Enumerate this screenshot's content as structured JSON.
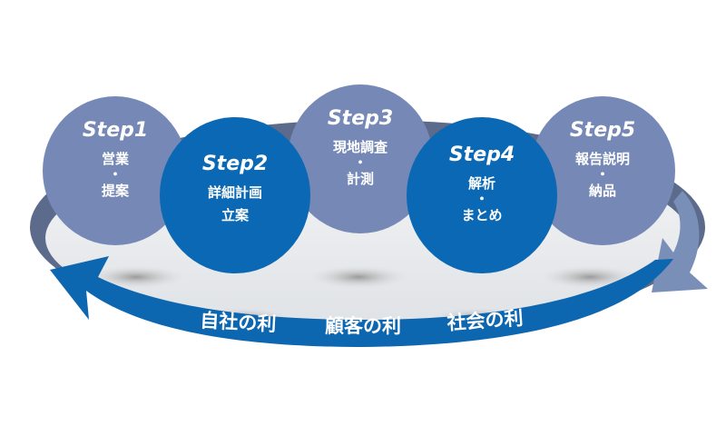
{
  "colors": {
    "light_circle": "#7588b6",
    "dark_circle": "#0a68b4",
    "ring_top": "#5c6b8c",
    "ring_floor": "#e9ebee",
    "arrow_blue": "#0c66b0",
    "arrow_light": "#7a8fb8"
  },
  "steps": [
    {
      "title": "Step1",
      "lines": [
        "営業",
        "・",
        "提案"
      ]
    },
    {
      "title": "Step2",
      "lines": [
        "詳細計画",
        "立案"
      ]
    },
    {
      "title": "Step3",
      "lines": [
        "現地調査",
        "・",
        "計測"
      ]
    },
    {
      "title": "Step4",
      "lines": [
        "解析",
        "・",
        "まとめ"
      ]
    },
    {
      "title": "Step5",
      "lines": [
        "報告説明",
        "・",
        "納品"
      ]
    }
  ],
  "benefits": [
    "自社の利",
    "顧客の利",
    "社会の利"
  ]
}
